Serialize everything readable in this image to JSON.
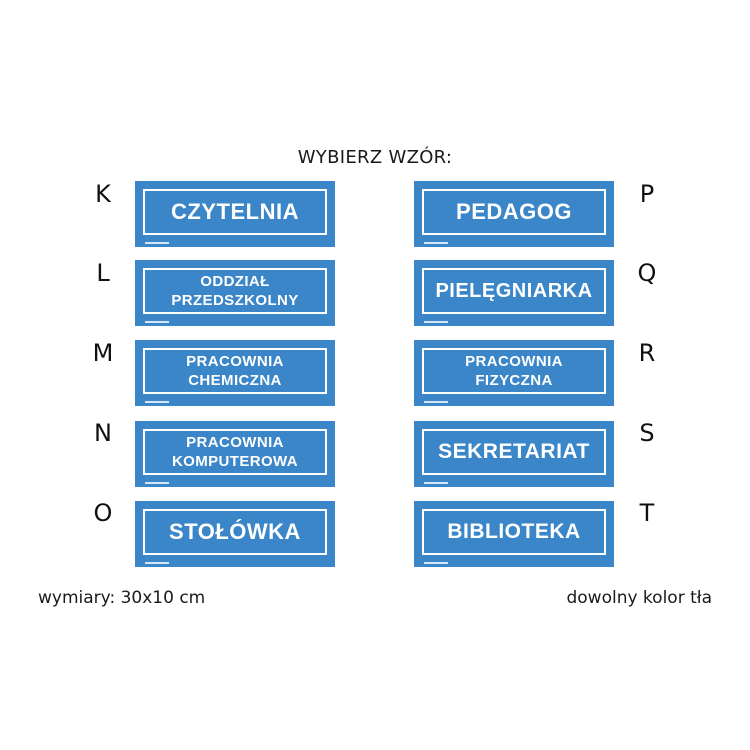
{
  "heading": "WYBIERZ WZÓR:",
  "colors": {
    "sign_background": "#3a86c8",
    "sign_text": "#ffffff"
  },
  "left_column": [
    {
      "letter": "K",
      "text": "CZYTELNIA"
    },
    {
      "letter": "L",
      "text": "ODDZIAŁ\nPRZEDSZKOLNY"
    },
    {
      "letter": "M",
      "text": "PRACOWNIA\nCHEMICZNA"
    },
    {
      "letter": "N",
      "text": "PRACOWNIA\nKOMPUTEROWA"
    },
    {
      "letter": "O",
      "text": "STOŁÓWKA"
    }
  ],
  "right_column": [
    {
      "letter": "P",
      "text": "PEDAGOG"
    },
    {
      "letter": "Q",
      "text": "PIELĘGNIARKA"
    },
    {
      "letter": "R",
      "text": "PRACOWNIA\nFIZYCZNA"
    },
    {
      "letter": "S",
      "text": "SEKRETARIAT"
    },
    {
      "letter": "T",
      "text": "BIBLIOTEKA"
    }
  ],
  "footer": {
    "dimensions": "wymiary: 30x10 cm",
    "background_note": "dowolny kolor tła"
  }
}
